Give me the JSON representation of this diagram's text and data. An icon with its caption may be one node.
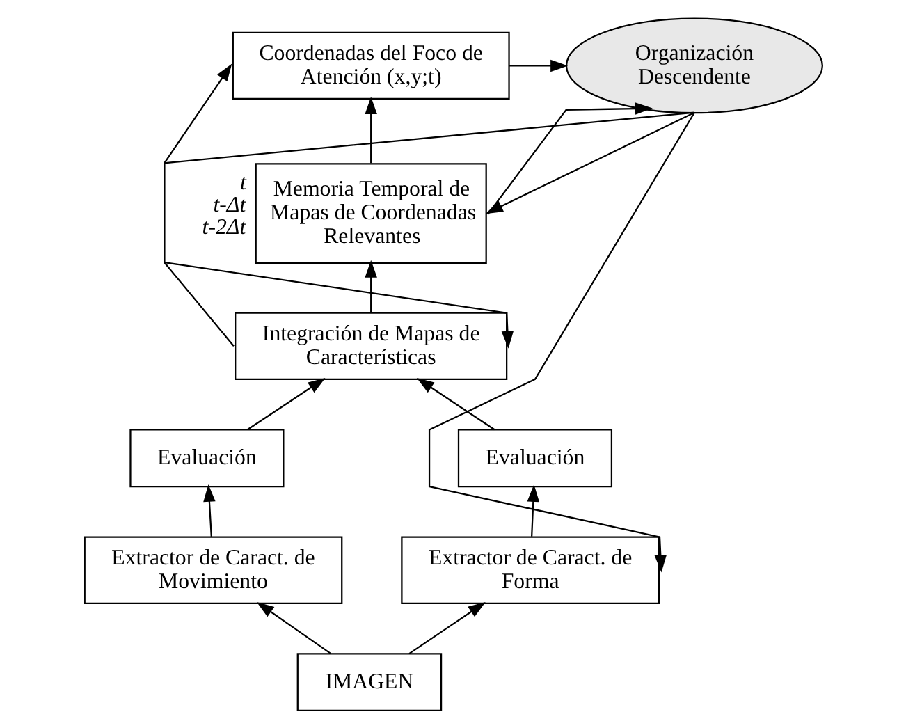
{
  "diagram": {
    "nodes": [
      {
        "text": [
          "Coordenadas del Foco de Atención (x,y;t)"
        ]
      },
      {
        "text": [
          "Organización Descendente"
        ]
      },
      {
        "text": [
          "Memoria Temporal de Mapas de Coordenadas Relevantes"
        ],
        "beside": [
          "t",
          "t-Δt",
          "t-2Δt"
        ]
      },
      {
        "text": [
          "Integración de Mapas de Características"
        ]
      },
      {
        "text": [
          "Evaluación"
        ]
      },
      {
        "text": [
          "Evaluación"
        ]
      },
      {
        "text": [
          "Extractor de Caract. de Movimiento"
        ]
      },
      {
        "text": [
          "Extractor de Caract. de Forma"
        ]
      },
      {
        "text": [
          "IMAGEN"
        ]
      }
    ],
    "edges": [
      {
        "from": 0,
        "to": 1,
        "arrow": "to"
      },
      {
        "from": 2,
        "to": 0,
        "arrow": "to"
      },
      {
        "from": 2,
        "to": 1,
        "arrow": "to"
      },
      {
        "from": 1,
        "to": 2,
        "arrow": "to"
      },
      {
        "from": 1,
        "to": 3,
        "arrow": "to"
      },
      {
        "from": 1,
        "to": 7,
        "arrow": "to"
      },
      {
        "from": 3,
        "to": 0,
        "arrow": "to"
      },
      {
        "from": 3,
        "to": 2,
        "arrow": "to"
      },
      {
        "from": 4,
        "to": 3,
        "arrow": "to"
      },
      {
        "from": 5,
        "to": 3,
        "arrow": "to"
      },
      {
        "from": 6,
        "to": 4,
        "arrow": "to"
      },
      {
        "from": 7,
        "to": 5,
        "arrow": "to"
      },
      {
        "from": 8,
        "to": 6,
        "arrow": "to"
      },
      {
        "from": 8,
        "to": 7,
        "arrow": "to"
      }
    ]
  }
}
